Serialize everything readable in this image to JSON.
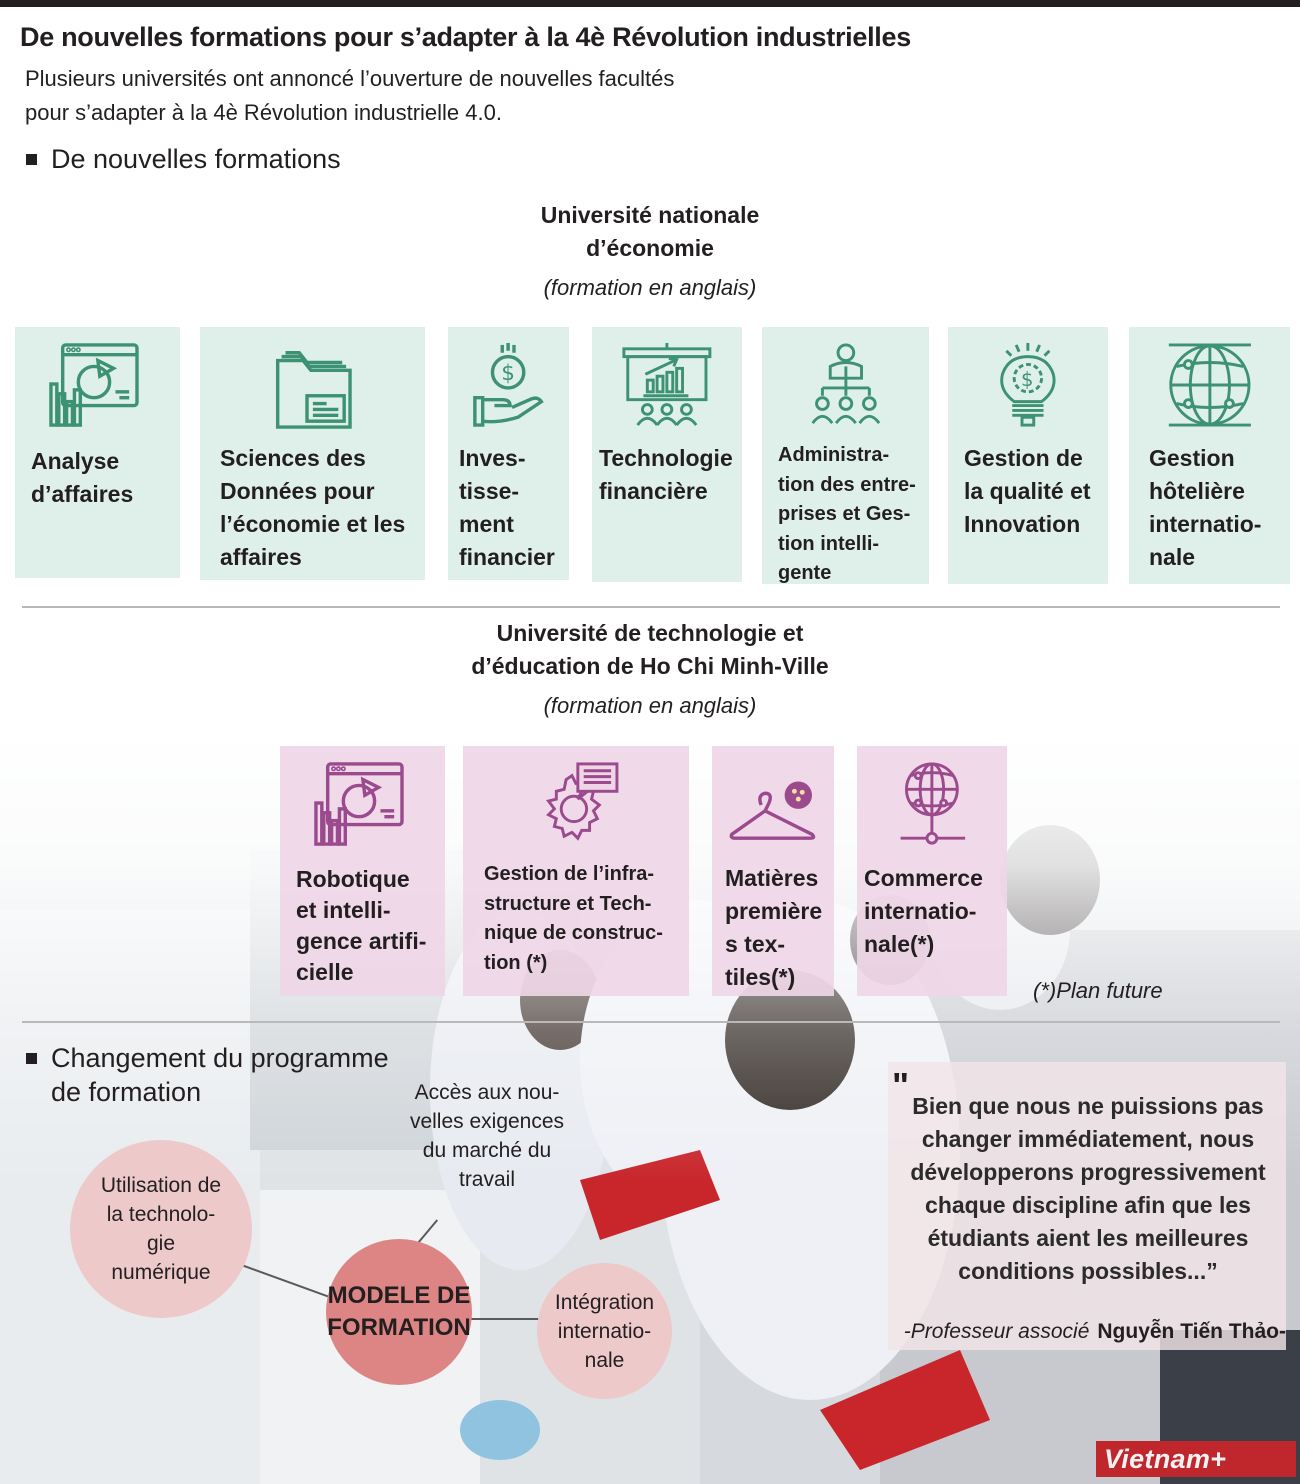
{
  "header": {
    "title": "De nouvelles formations pour s’adapter à la 4è Révolution industrielles",
    "subtitle_line1": "Plusieurs universités ont annoncé l’ouverture de nouvelles facultés",
    "subtitle_line2": "pour s’adapter à la 4è Révolution industrielle 4.0."
  },
  "sections": {
    "new_programs": "De nouvelles formations",
    "curriculum_change_line1": "Changement du programme",
    "curriculum_change_line2": "de formation"
  },
  "university1": {
    "name_line1": "Université nationale",
    "name_line2": "d’économie",
    "note": "(formation en anglais)",
    "accent_color": "#3e9274",
    "tile_color": "#dff0eb",
    "programs": [
      {
        "icon": "analytics-dashboard-icon",
        "label_lines": [
          "Analyse",
          "d’affaires"
        ]
      },
      {
        "icon": "data-folder-icon",
        "label_lines": [
          "Sciences des",
          "Données pour",
          "l’économie et les",
          "affaires"
        ]
      },
      {
        "icon": "hand-coin-icon",
        "label_lines": [
          "Inves-",
          "tisse-",
          "ment",
          "financier"
        ]
      },
      {
        "icon": "presentation-board-icon",
        "label_lines": [
          "Technologie",
          "financière"
        ]
      },
      {
        "icon": "org-chart-icon",
        "label_lines": [
          "Administra-",
          "tion des entre-",
          "prises et Ges-",
          "tion intelli-",
          "gente"
        ]
      },
      {
        "icon": "lightbulb-gear-icon",
        "label_lines": [
          "Gestion de",
          "la qualité et",
          "Innovation"
        ]
      },
      {
        "icon": "globe-network-icon",
        "label_lines": [
          "Gestion",
          "hôtelière",
          "internatio-",
          "nale"
        ]
      }
    ]
  },
  "university2": {
    "name_line1": "Université de technologie et",
    "name_line2": "d’éducation de Ho Chi Minh-Ville",
    "note": "(formation en anglais)",
    "accent_color": "#9c4a8e",
    "tile_color": "#efd6e6",
    "programs": [
      {
        "icon": "analytics-dashboard-icon",
        "label_lines": [
          "Robotique",
          "et intelli-",
          "gence artifi-",
          "cielle"
        ]
      },
      {
        "icon": "gear-chat-icon",
        "label_lines": [
          "Gestion de l’infra-",
          "structure et Tech-",
          "nique de construc-",
          "tion (*)"
        ]
      },
      {
        "icon": "hanger-button-icon",
        "label_lines": [
          "Matières",
          "première",
          "s tex-",
          "tiles(*)"
        ]
      },
      {
        "icon": "globe-node-icon",
        "label_lines": [
          "Commerce",
          "internatio-",
          "nale(*)"
        ]
      }
    ],
    "footnote": "(*)Plan future"
  },
  "training_model": {
    "center": [
      "MODELE DE",
      "FORMATION"
    ],
    "market_access": [
      "Accès aux nou-",
      "velles exigences",
      "du marché du",
      "travail"
    ],
    "digital_tech": [
      "Utilisation de",
      "la technolo-",
      "gie",
      "numérique"
    ],
    "international": [
      "Intégration",
      "internatio-",
      "nale"
    ],
    "center_color": "#dd8585",
    "bubble_color": "#edc9c9"
  },
  "quote": {
    "open_mark": "\"",
    "lines": [
      "Bien que nous ne puissions pas",
      "changer immédiatement, nous",
      "développerons progressivement",
      "chaque discipline afin que les",
      "étudiants aient les meilleures",
      "conditions possibles...”"
    ],
    "role": "-Professeur associé",
    "person": "Nguyễn Tiến Thảo-"
  },
  "brand": {
    "logo_text": "Vietnam+",
    "color": "#c0272d"
  }
}
